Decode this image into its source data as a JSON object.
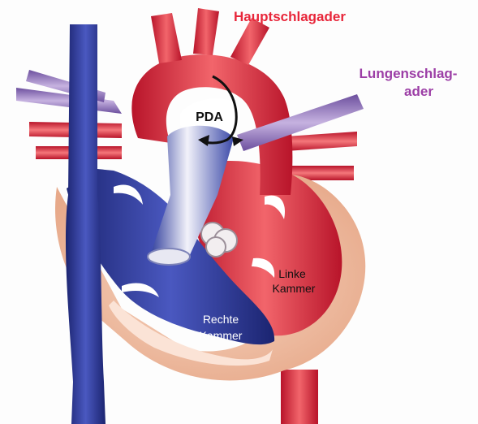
{
  "labels": {
    "aorta": "Hauptschlagader",
    "pulmonary_line1": "Lungenschlag-",
    "pulmonary_line2": "ader",
    "pda": "PDA",
    "left_ventricle_line1": "Linke",
    "left_ventricle_line2": "Kammer",
    "right_ventricle_line1": "Rechte",
    "right_ventricle_line2": "Kammer"
  },
  "colors": {
    "aorta_label": "#e8263a",
    "pulmonary_label": "#9c3ea6",
    "arterial_red": "#e33b46",
    "venous_blue": "#2a3590",
    "pulmonary_purple": "#8f6fba",
    "myocardium": "#f1c2a7",
    "label_text": "#111111"
  }
}
